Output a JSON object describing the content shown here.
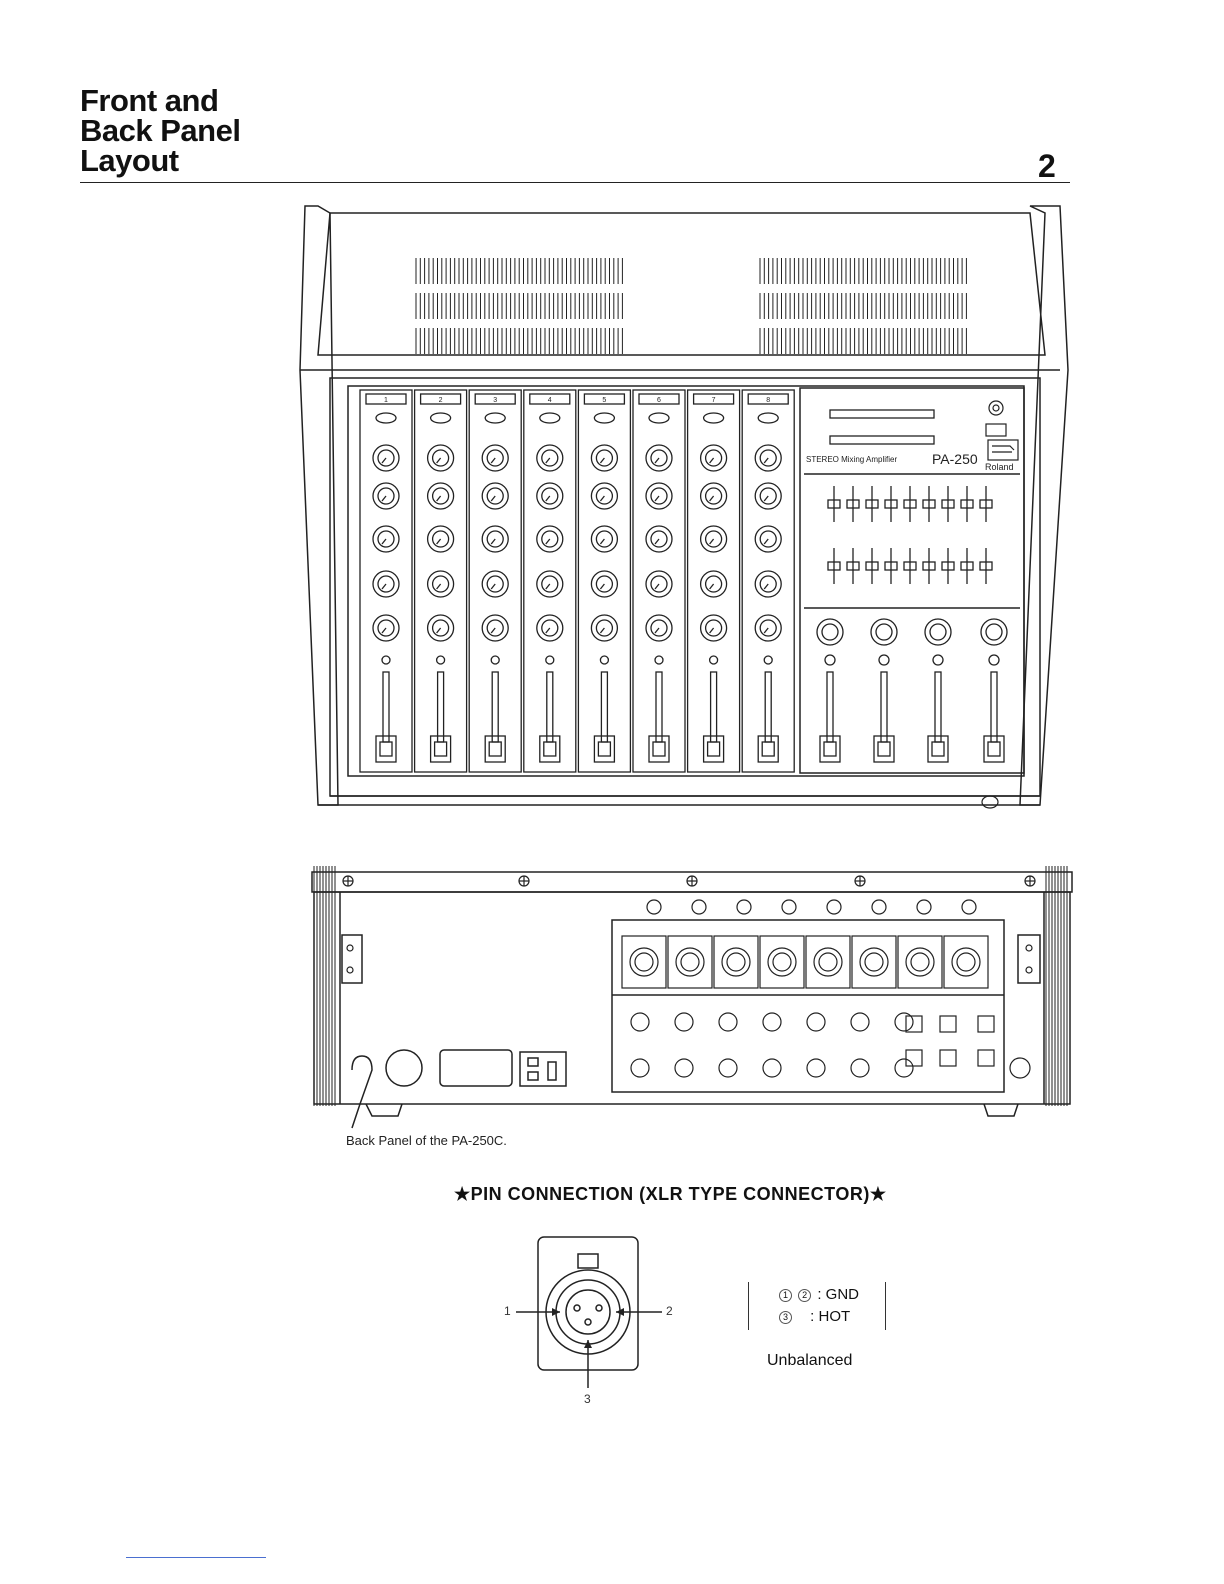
{
  "header": {
    "title_line1": "Front and",
    "title_line2": "Back Panel",
    "title_line3": "Layout",
    "page_number": "2"
  },
  "front_panel": {
    "model_text": "STEREO Mixing Amplifier",
    "model_name": "PA-250",
    "brand": "Roland",
    "channel_numbers": [
      "1",
      "2",
      "3",
      "4",
      "5",
      "6",
      "7",
      "8"
    ]
  },
  "back_panel": {
    "caption": "Back Panel of the PA-250C."
  },
  "pin_connection": {
    "heading": "★PIN CONNECTION (XLR TYPE CONNECTOR)★",
    "label_pin1": "1",
    "label_pin2": "2",
    "label_pin3": "3",
    "legend_row1_pins": [
      "1",
      "2"
    ],
    "legend_row1_text": ": GND",
    "legend_row2_pins": [
      "3"
    ],
    "legend_row2_text": ": HOT",
    "note": "Unbalanced"
  }
}
